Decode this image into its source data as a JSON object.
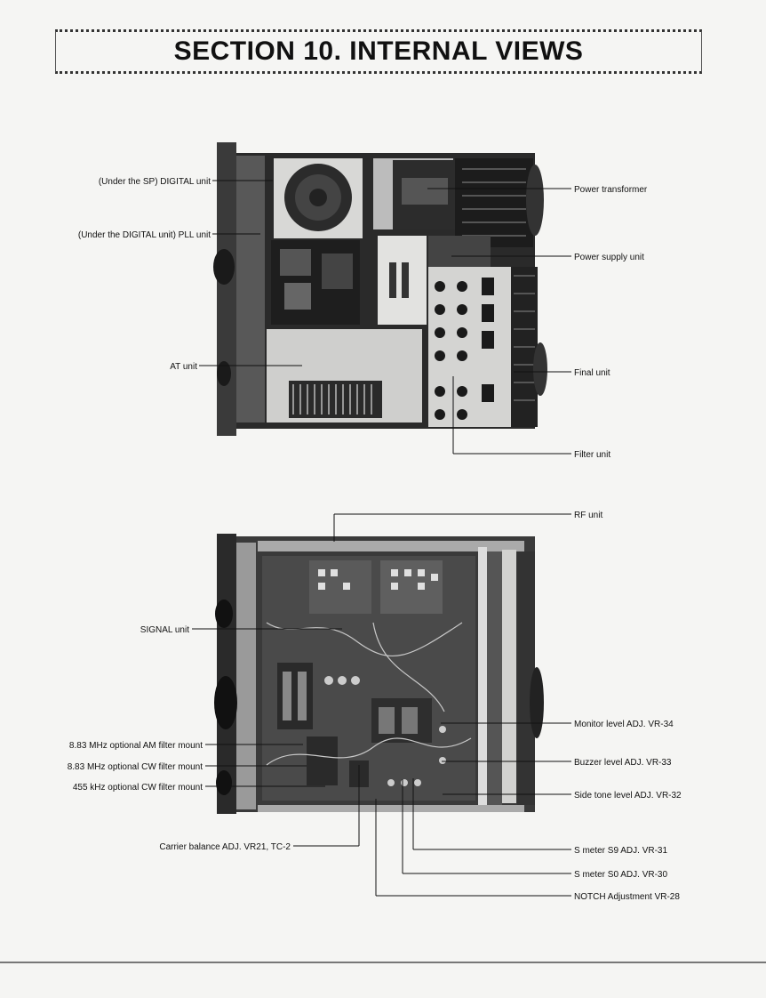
{
  "section_title": "SECTION 10.  INTERNAL VIEWS",
  "top_view": {
    "labels_left": [
      "(Under the SP) DIGITAL unit",
      "(Under the DIGITAL unit) PLL unit",
      "AT unit"
    ],
    "labels_right": [
      "Power transformer",
      "Power supply unit",
      "Final unit",
      "Filter unit"
    ]
  },
  "bottom_view": {
    "label_top": "RF unit",
    "labels_left": [
      "SIGNAL unit",
      "8.83 MHz optional AM filter mount",
      "8.83 MHz optional CW filter mount",
      "455 kHz optional CW filter mount",
      "Carrier balance ADJ. VR21, TC-2"
    ],
    "labels_right": [
      "Monitor level ADJ. VR-34",
      "Buzzer level ADJ. VR-33",
      "Side tone level ADJ. VR-32",
      "S meter S9 ADJ. VR-31",
      "S meter S0 ADJ. VR-30",
      "NOTCH Adjustment VR-28"
    ]
  }
}
